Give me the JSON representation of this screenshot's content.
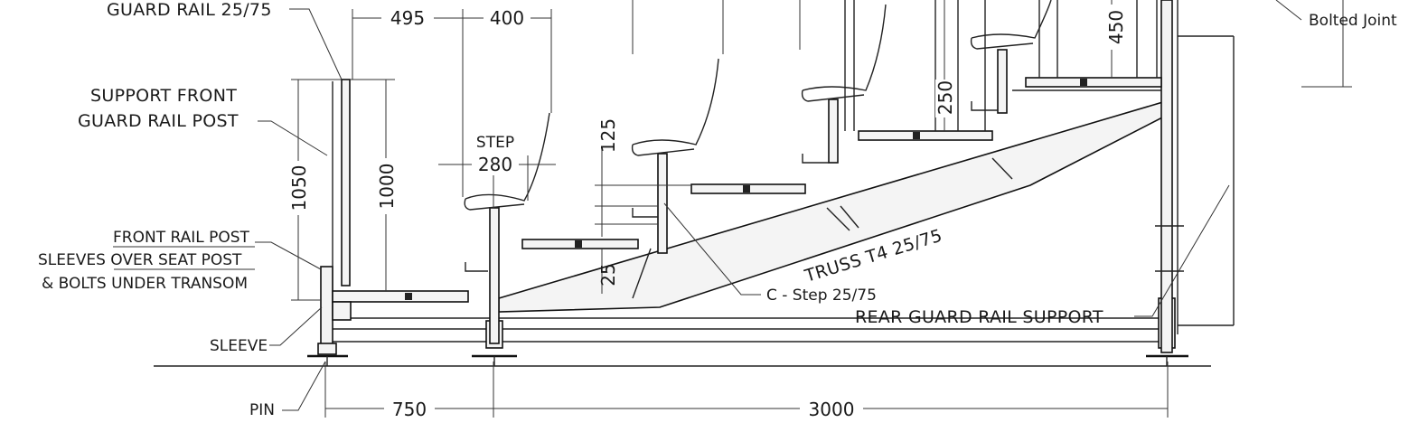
{
  "labels": {
    "guard_rail": "GUARD RAIL 25/75",
    "support_front_1": "SUPPORT FRONT",
    "support_front_2": "GUARD RAIL POST",
    "front_rail_1": "FRONT RAIL POST",
    "front_rail_2": "SLEEVES OVER SEAT POST",
    "front_rail_3": "& BOLTS UNDER TRANSOM",
    "sleeve": "SLEEVE",
    "pin": "PIN",
    "step_word": "STEP",
    "truss": "TRUSS T4 25/75",
    "c_step": "C - Step 25/75",
    "rear_guard": "REAR GUARD RAIL SUPPORT",
    "bolted_joint": "Bolted Joint"
  },
  "dimensions": {
    "d495": "495",
    "d400": "400",
    "d1050": "1050",
    "d1000": "1000",
    "d280": "280",
    "d125": "125",
    "d25": "25",
    "d250": "250",
    "d450": "450",
    "d750": "750",
    "d3000": "3000"
  }
}
